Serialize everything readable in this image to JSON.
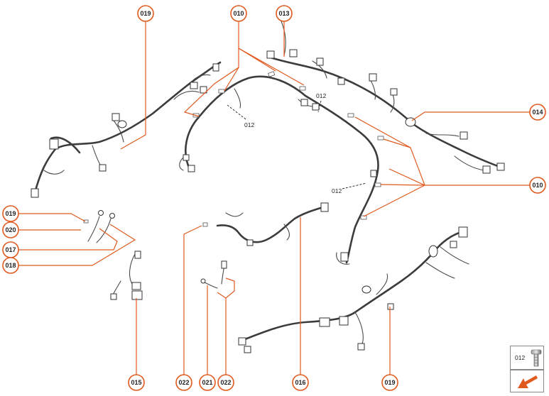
{
  "colors": {
    "accent": "#e05a1e",
    "harness": "#3c3c3c"
  },
  "callouts": {
    "c019_top": "019",
    "c010_top": "010",
    "c013_top": "013",
    "c014_right": "014",
    "c010_right": "010",
    "c019_left": "019",
    "c020_left": "020",
    "c017_left": "017",
    "c018_left": "018",
    "c015_bottom": "015",
    "c022_bottom_a": "022",
    "c021_bottom": "021",
    "c022_bottom_b": "022",
    "c016_bottom": "016",
    "c019_bottom": "019"
  },
  "inline_labels": {
    "l012_a": "012",
    "l012_b": "012",
    "l012_c": "012"
  },
  "legend": {
    "label": "012",
    "icon": "screw-icon"
  },
  "navigation": {
    "icon": "arrow-down-left-icon"
  }
}
